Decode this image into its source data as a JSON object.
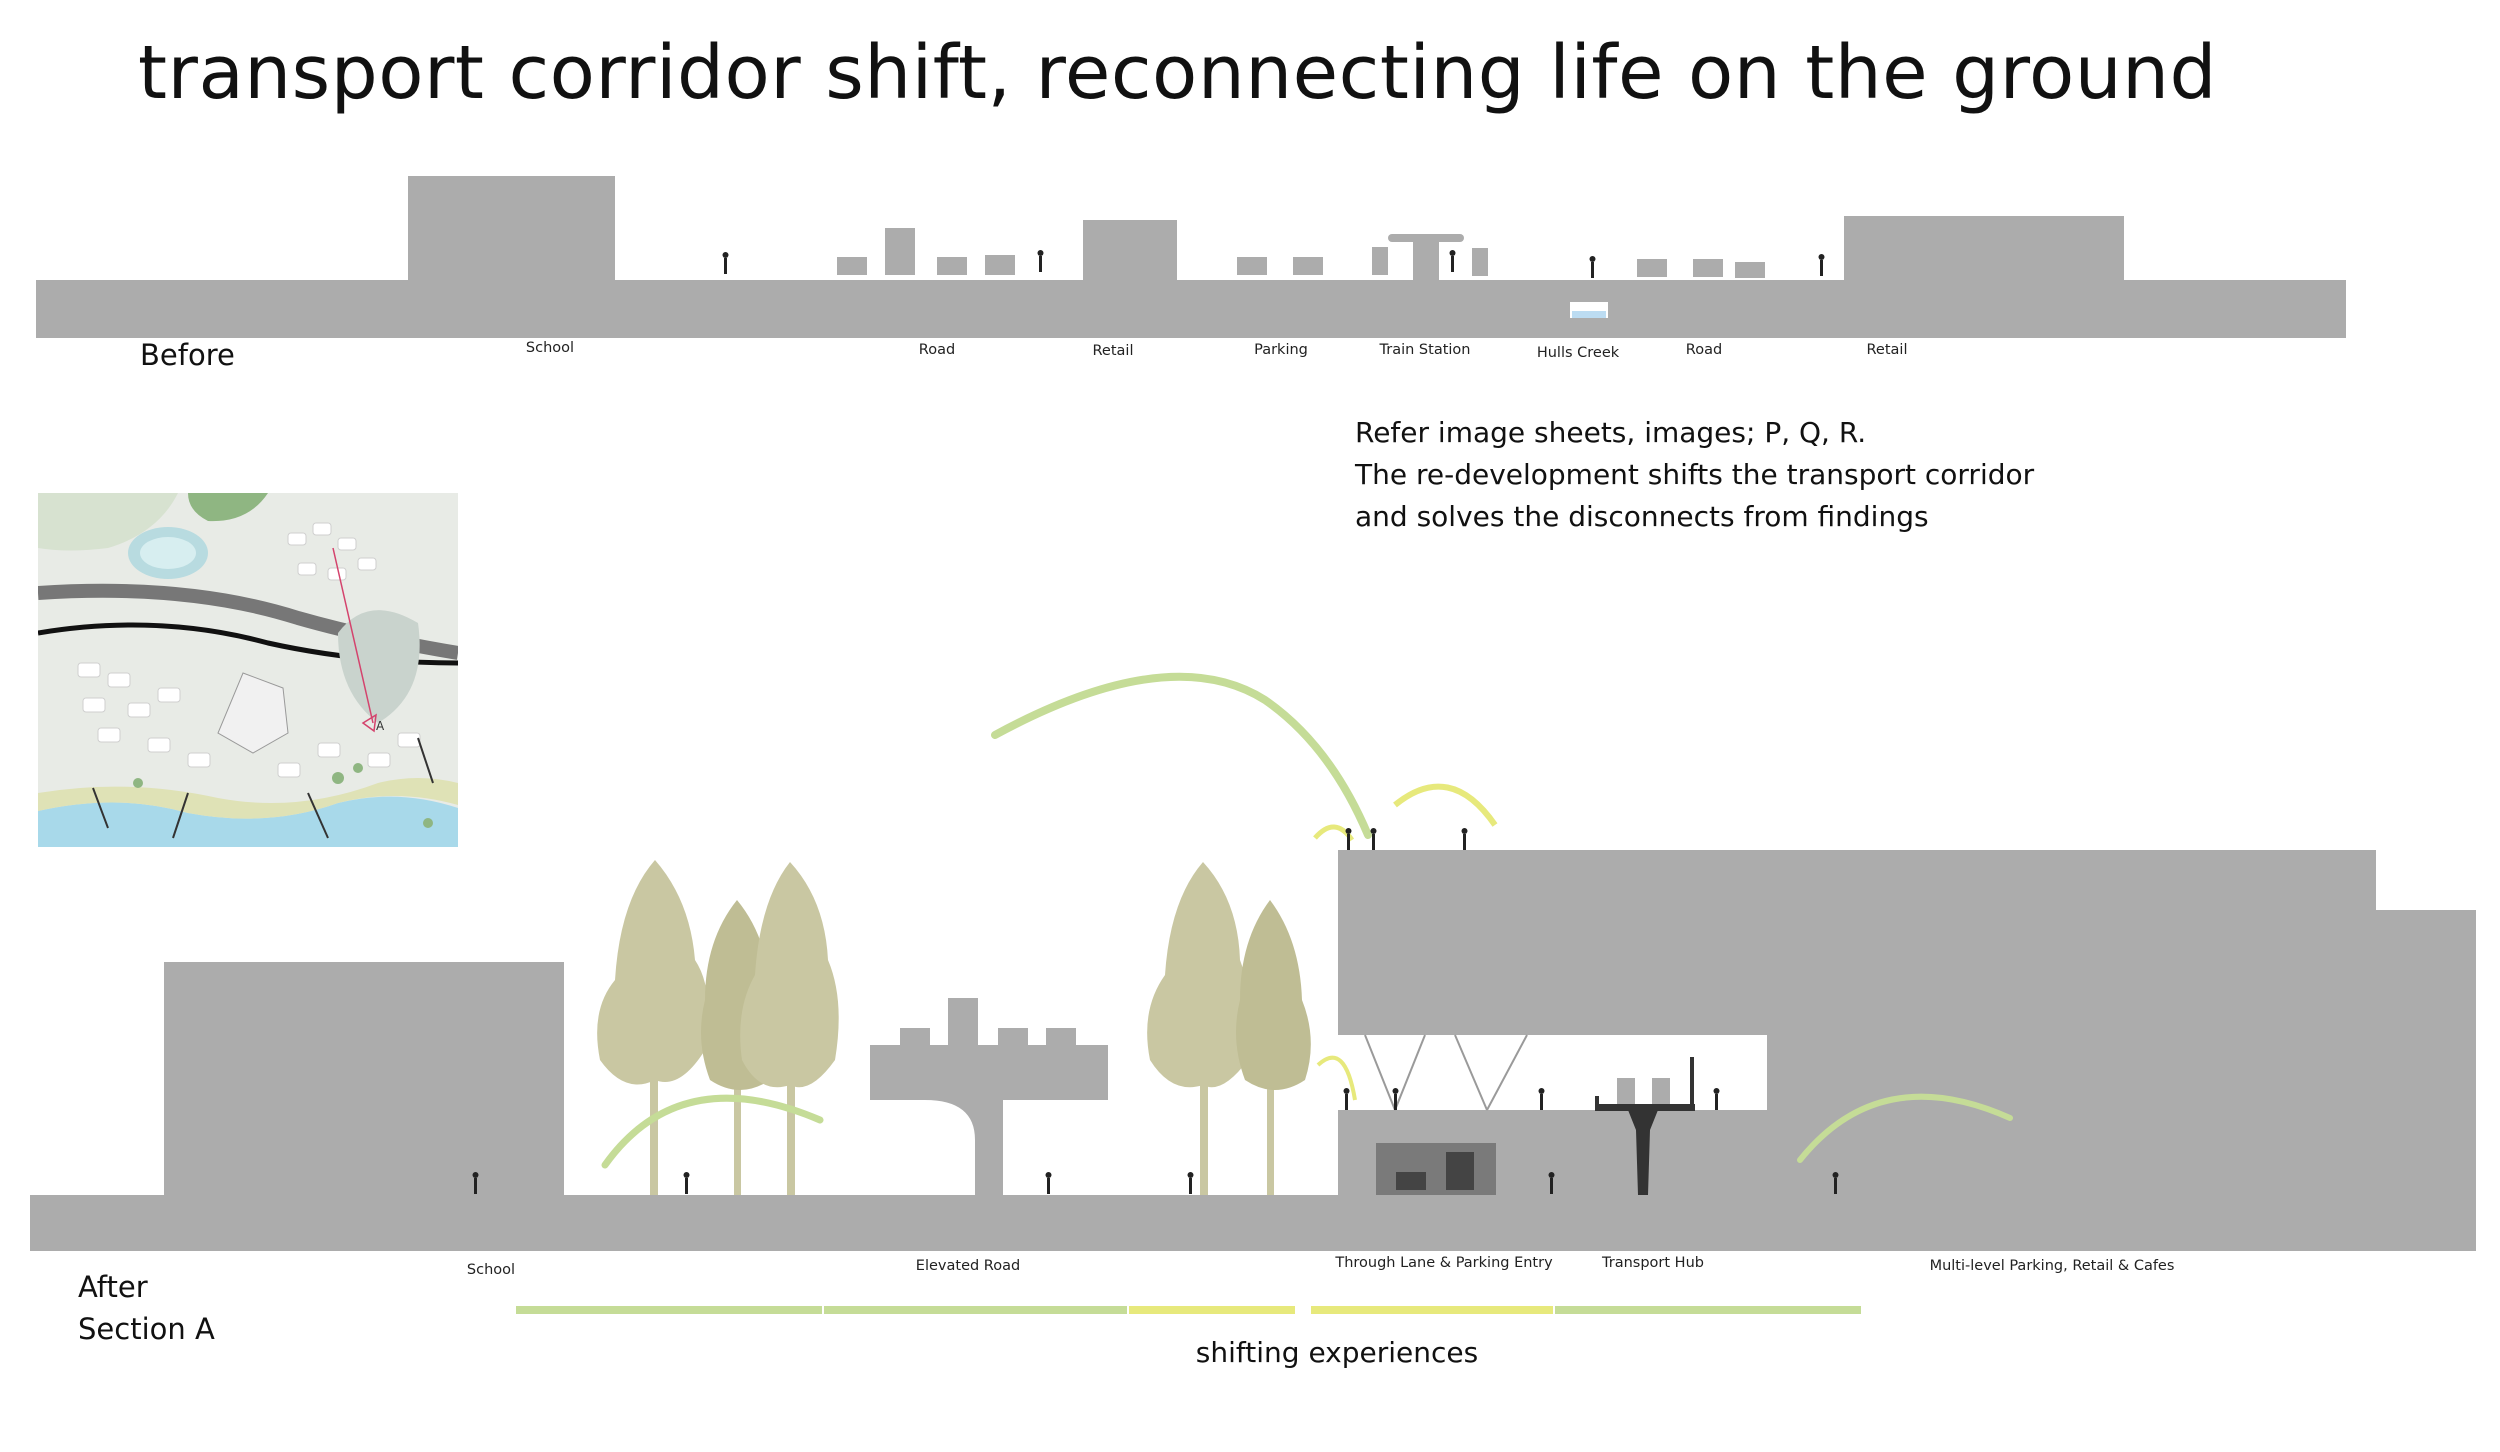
{
  "title": "transport corridor shift, reconnecting life on the ground",
  "before": {
    "heading": "Before",
    "labels": [
      "School",
      "Road",
      "Retail",
      "Parking",
      "Train Station",
      "Hulls Creek",
      "Road",
      "Retail"
    ]
  },
  "note": {
    "line1": "Refer image sheets, images; P, Q, R.",
    "line2": "The re-development shifts the transport corridor",
    "line3": "and solves the disconnects from findings"
  },
  "map": {
    "marker": "A"
  },
  "after": {
    "heading_line1": "After",
    "heading_line2": "Section A",
    "labels": [
      "School",
      "Elevated Road",
      "Through Lane & Parking Entry",
      "Transport Hub",
      "Multi-level Parking, Retail & Cafes"
    ],
    "caption": "shifting experiences"
  },
  "colors": {
    "building_grey": "#acacac",
    "tree": "#c9c7a2",
    "green_line": "#c5dc97",
    "yellow_line": "#e7e97c",
    "water": "#bcdcf2"
  }
}
